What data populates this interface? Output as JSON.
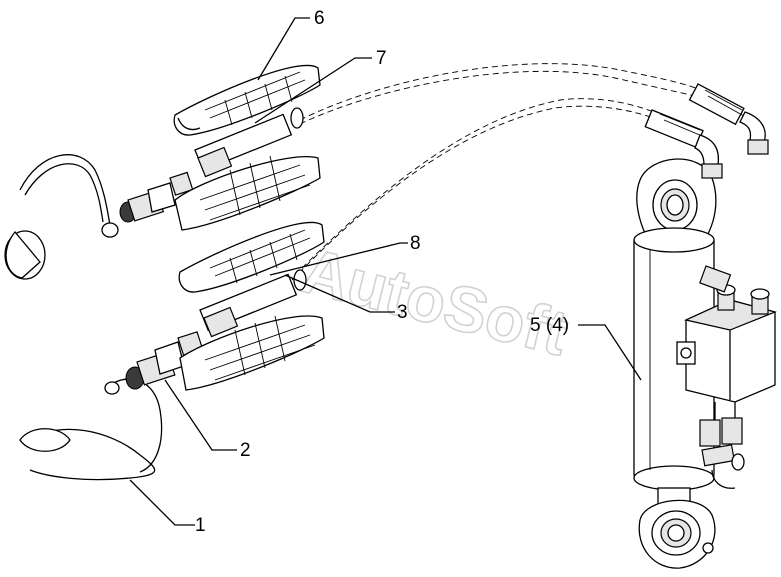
{
  "watermark": "AutoSoft",
  "callouts": {
    "c1": "1",
    "c2": "2",
    "c3": "3",
    "c5": "5 (4)",
    "c6": "6",
    "c7": "7",
    "c8": "8"
  }
}
